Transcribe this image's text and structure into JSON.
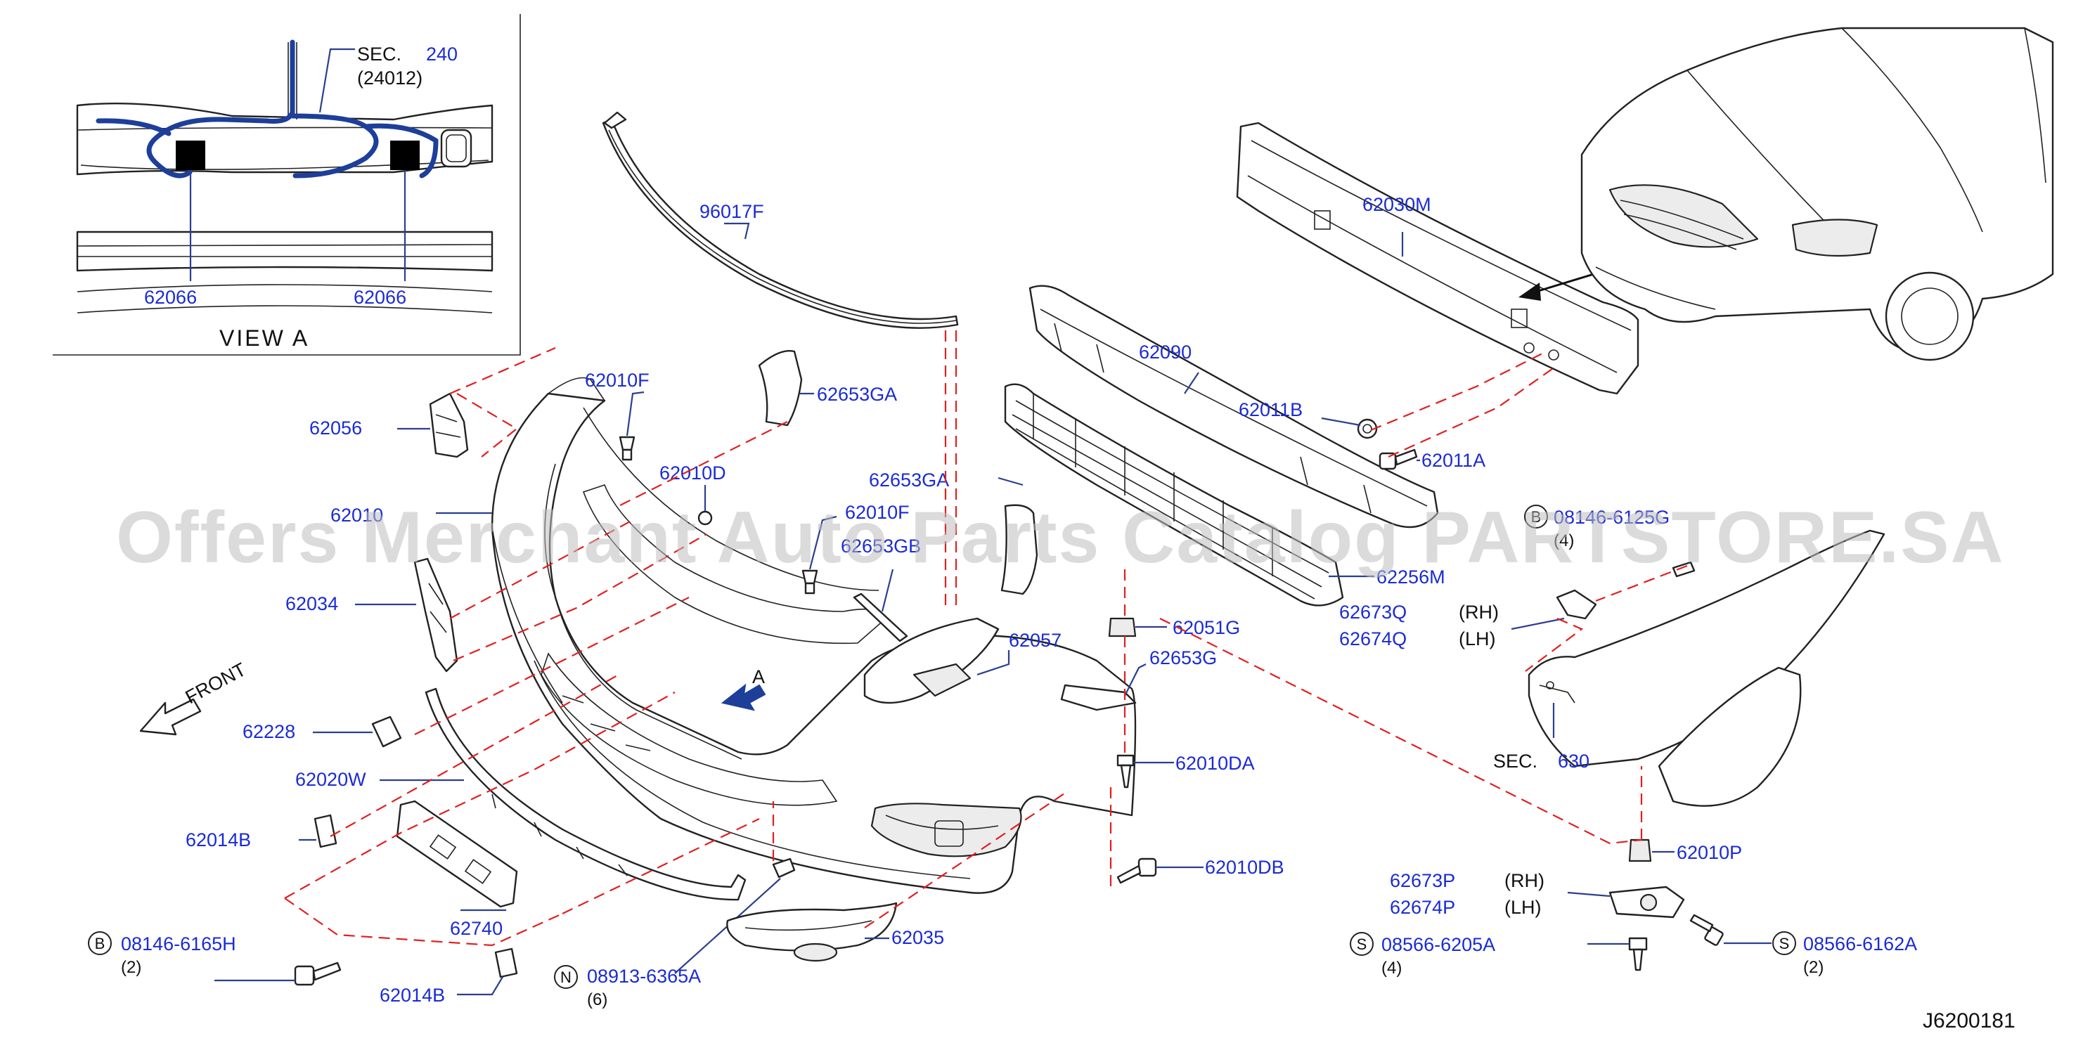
{
  "watermark": "Offers Merchant Auto Parts Catalog PARTSTORE.SA",
  "diagram_code": "J6200181",
  "inset": {
    "view_label": "VIEW A",
    "sec_label": "SEC.",
    "sec_number": "240",
    "sec_sub": "(24012)",
    "callout_left": "62066",
    "callout_right": "62066"
  },
  "callouts": {
    "p96017F": "96017F",
    "p62056": "62056",
    "p62010F_top": "62010F",
    "p62653GA_top": "62653GA",
    "p62010D": "62010D",
    "p62010_main": "62010",
    "p62010F_mid": "62010F",
    "p62653GA_mid": "62653GA",
    "p62653GB_hidden": "62653GB",
    "p62034": "62034",
    "p62057": "62057",
    "p62051G": "62051G",
    "p62653G": "62653G",
    "front_label": "FRONT",
    "view_arrow_label": "A",
    "p62228": "62228",
    "p62020W": "62020W",
    "p62010DA": "62010DA",
    "p62014B_top": "62014B",
    "p62010DB": "62010DB",
    "p62740": "62740",
    "p62035": "62035",
    "p62014B_bottom": "62014B",
    "p62030M": "62030M",
    "p62090": "62090",
    "p62011B": "62011B",
    "p62011A": "62011A",
    "p62256M": "62256M",
    "p62673Q": "62673Q",
    "p62674Q": "62674Q",
    "rh": "(RH)",
    "lh": "(LH)",
    "sec630_label": "SEC.",
    "sec630_number": "630",
    "p62010P": "62010P",
    "p62673P": "62673P",
    "p62674P": "62674P",
    "rh2": "(RH)",
    "lh2": "(LH)"
  },
  "fasteners": {
    "b_bolt": {
      "symbol": "B",
      "part": "08146-6165H",
      "qty": "(2)"
    },
    "n_nut": {
      "symbol": "N",
      "part": "08913-6365A",
      "qty": "(6)"
    },
    "s_screw_left": {
      "symbol": "S",
      "part": "08566-6205A",
      "qty": "(4)"
    },
    "s_screw_right": {
      "symbol": "S",
      "part": "08566-6162A",
      "qty": "(2)"
    },
    "b_bolt_fender": {
      "symbol": "B",
      "part": "08146-6125G",
      "qty": "(4)"
    }
  },
  "colors": {
    "callout_text": "#1a2bd6",
    "leader_line": "#2a3f8f",
    "dashed_guide": "#e02020",
    "harness_wire": "#1d3f9a",
    "watermark": "#bdbdbd"
  }
}
